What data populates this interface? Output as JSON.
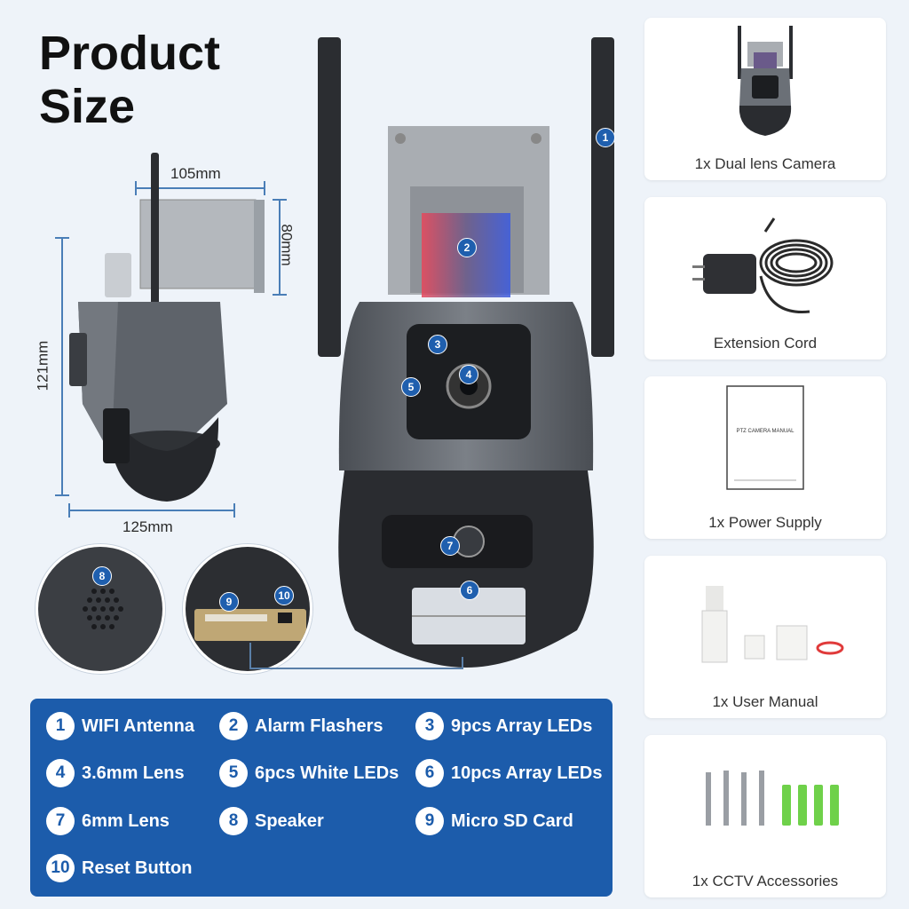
{
  "title_line1": "Product",
  "title_line2": "Size",
  "dimensions": {
    "width_top": "105mm",
    "depth": "80mm",
    "height": "121mm",
    "width_bottom": "125mm"
  },
  "callouts": [
    "1",
    "2",
    "3",
    "4",
    "5",
    "6",
    "7",
    "8",
    "9",
    "10"
  ],
  "legend": [
    {
      "num": "1",
      "label": "WIFI Antenna"
    },
    {
      "num": "2",
      "label": "Alarm Flashers"
    },
    {
      "num": "3",
      "label": "9pcs Array LEDs"
    },
    {
      "num": "4",
      "label": "3.6mm Lens"
    },
    {
      "num": "5",
      "label": "6pcs White LEDs"
    },
    {
      "num": "6",
      "label": "10pcs Array LEDs"
    },
    {
      "num": "7",
      "label": "6mm Lens"
    },
    {
      "num": "8",
      "label": "Speaker"
    },
    {
      "num": "9",
      "label": "Micro SD Card"
    },
    {
      "num": "10",
      "label": "Reset Button"
    }
  ],
  "package": [
    {
      "label": "1x Dual lens Camera",
      "icon": "camera-thumbnail"
    },
    {
      "label": "Extension Cord",
      "icon": "power-adapter"
    },
    {
      "label": "1x Power Supply",
      "icon": "manual-booklet"
    },
    {
      "label": "1x User Manual",
      "icon": "brush-and-plugs"
    },
    {
      "label": "1x CCTV Accessories",
      "icon": "screws-and-anchors"
    }
  ],
  "manual_cover_text": "PTZ CAMERA MANUAL",
  "colors": {
    "accent": "#1c5cab",
    "background": "#eef3f9",
    "camera_body": "#5a5f66"
  }
}
